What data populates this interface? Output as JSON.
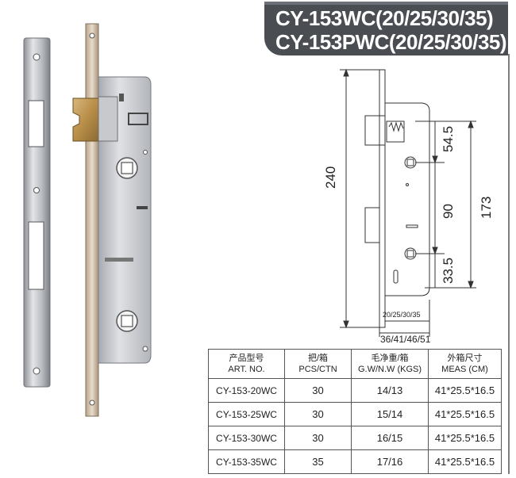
{
  "header": {
    "model_line_1": "CY-153WC(20/25/30/35)",
    "model_line_2": "CY-153PWC(20/25/30/35)"
  },
  "drawing": {
    "dim_height_total": "240",
    "dim_upper": "54.5",
    "dim_middle": "90",
    "dim_lower": "33.5",
    "dim_overall_right": "173",
    "dim_backset": "20/25/30/35",
    "dim_width": "36/41/46/51"
  },
  "table": {
    "headers": [
      {
        "cn": "产品型号",
        "en": "ART. NO."
      },
      {
        "cn": "把/箱",
        "en": "PCS/CTN"
      },
      {
        "cn": "毛净重/箱",
        "en": "G.W/N.W (KGS)"
      },
      {
        "cn": "外箱尺寸",
        "en": "MEAS (CM)"
      }
    ],
    "rows": [
      {
        "art": "CY-153-20WC",
        "pcs": "30",
        "weight": "14/13",
        "meas": "41*25.5*16.5"
      },
      {
        "art": "CY-153-25WC",
        "pcs": "30",
        "weight": "15/14",
        "meas": "41*25.5*16.5"
      },
      {
        "art": "CY-153-30WC",
        "pcs": "30",
        "weight": "16/15",
        "meas": "41*25.5*16.5"
      },
      {
        "art": "CY-153-35WC",
        "pcs": "35",
        "weight": "17/16",
        "meas": "41*25.5*16.5"
      }
    ]
  },
  "colors": {
    "title_bg": "#4a4d52",
    "steel": "#b9bcc2",
    "brass": "#c9a46a"
  }
}
